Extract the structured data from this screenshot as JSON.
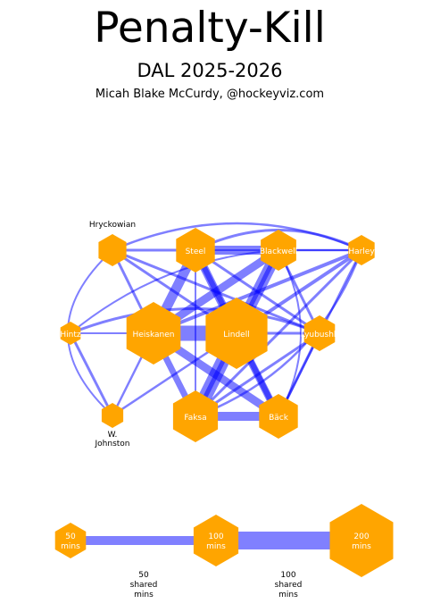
{
  "header": {
    "title": "Penalty-Kill",
    "subtitle": "DAL 2025-2026",
    "byline": "Micah Blake McCurdy, @hockeyviz.com"
  },
  "colors": {
    "node": "#FFA500",
    "edge": "#0000FF",
    "legend_edge": "#8080FF"
  },
  "players": [
    {
      "id": "hryckowian",
      "label": "Hryckowian",
      "label_position": "above"
    },
    {
      "id": "steel",
      "label": "Steel",
      "label_position": "inside"
    },
    {
      "id": "blackwell",
      "label": "Blackwell",
      "label_position": "inside"
    },
    {
      "id": "harley",
      "label": "Harley",
      "label_position": "inside"
    },
    {
      "id": "hintz",
      "label": "Hintz",
      "label_position": "inside"
    },
    {
      "id": "heiskanen",
      "label": "Heiskanen",
      "label_position": "inside"
    },
    {
      "id": "lindell",
      "label": "Lindell",
      "label_position": "inside"
    },
    {
      "id": "lyubushkin",
      "label": "Lyubushk",
      "label_position": "inside"
    },
    {
      "id": "wjohnston",
      "label": "W.\nJohnston",
      "label_position": "below"
    },
    {
      "id": "faksa",
      "label": "Faksa",
      "label_position": "inside"
    },
    {
      "id": "back",
      "label": "Bäck",
      "label_position": "inside"
    }
  ],
  "legend": {
    "nodes": [
      {
        "label": "50\nmins"
      },
      {
        "label": "100\nmins"
      },
      {
        "label": "200\nmins"
      }
    ],
    "edges": [
      {
        "label": "50\nshared\nmins"
      },
      {
        "label": "100\nshared\nmins"
      }
    ]
  }
}
